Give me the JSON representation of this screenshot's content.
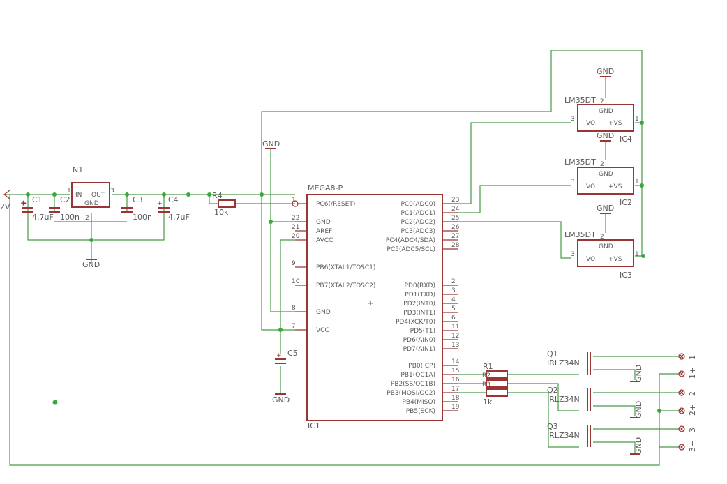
{
  "supply": "2V",
  "regulator": {
    "ref": "N1",
    "in": "IN",
    "out": "OUT",
    "gnd": "GND",
    "pin_in": "1",
    "pin_gnd": "2",
    "pin_out": "3"
  },
  "caps": {
    "c1": {
      "ref": "C1",
      "value": "4,7uF"
    },
    "c2": {
      "ref": "C2",
      "value": "100n"
    },
    "c3": {
      "ref": "C3",
      "value": "100n"
    },
    "c4": {
      "ref": "C4",
      "value": "4,7uF"
    },
    "c5": {
      "ref": "C5"
    }
  },
  "r4": {
    "ref": "R4",
    "value": "10k"
  },
  "r1": {
    "ref": "R1",
    "value": "1k",
    "r2": "R2",
    "r3": "R3"
  },
  "gnd": "GND",
  "mcu": {
    "name": "MEGA8-P",
    "ref": "IC1",
    "left_pins": [
      {
        "num": "1",
        "name": "PC6(/RESET)"
      },
      {
        "num": "22",
        "name": "GND"
      },
      {
        "num": "21",
        "name": "AREF"
      },
      {
        "num": "20",
        "name": "AVCC"
      },
      {
        "num": "9",
        "name": "PB6(XTAL1/TOSC1)"
      },
      {
        "num": "10",
        "name": "PB7(XTAL2/TOSC2)"
      },
      {
        "num": "8",
        "name": "GND"
      },
      {
        "num": "7",
        "name": "VCC"
      }
    ],
    "right_pins": [
      {
        "num": "23",
        "name": "PC0(ADC0)"
      },
      {
        "num": "24",
        "name": "PC1(ADC1)"
      },
      {
        "num": "25",
        "name": "PC2(ADC2)"
      },
      {
        "num": "26",
        "name": "PC3(ADC3)"
      },
      {
        "num": "27",
        "name": "PC4(ADC4/SDA)"
      },
      {
        "num": "28",
        "name": "PC5(ADC5/SCL)"
      },
      {
        "num": "2",
        "name": "PD0(RXD)"
      },
      {
        "num": "3",
        "name": "PD1(TXD)"
      },
      {
        "num": "4",
        "name": "PD2(INT0)"
      },
      {
        "num": "5",
        "name": "PD3(INT1)"
      },
      {
        "num": "6",
        "name": "PD4(XCK/T0)"
      },
      {
        "num": "11",
        "name": "PD5(T1)"
      },
      {
        "num": "12",
        "name": "PD6(AIN0)"
      },
      {
        "num": "13",
        "name": "PD7(AIN1)"
      },
      {
        "num": "14",
        "name": "PB0(ICP)"
      },
      {
        "num": "15",
        "name": "PB1(OC1A)"
      },
      {
        "num": "16",
        "name": "PB2(SS/OC1B)"
      },
      {
        "num": "17",
        "name": "PB3(MOSI/OC2)"
      },
      {
        "num": "18",
        "name": "PB4(MISO)"
      },
      {
        "num": "19",
        "name": "PB5(SCK)"
      }
    ]
  },
  "sensors": [
    {
      "part": "LM35DT",
      "ref": "IC4",
      "gnd": "GND",
      "vo": "VO",
      "vs": "+VS",
      "pin_gnd": "2",
      "pin_vo": "3",
      "pin_vs": "1"
    },
    {
      "part": "LM35DT",
      "ref": "IC2",
      "gnd": "GND",
      "vo": "VO",
      "vs": "+VS",
      "pin_gnd": "2",
      "pin_vo": "3",
      "pin_vs": "1"
    },
    {
      "part": "LM35DT",
      "ref": "IC3",
      "gnd": "GND",
      "vo": "VO",
      "vs": "+VS",
      "pin_gnd": "2",
      "pin_vo": "3",
      "pin_vs": "1"
    }
  ],
  "mosfets": [
    {
      "ref": "Q1",
      "part": "IRLZ34N"
    },
    {
      "ref": "Q2",
      "part": "IRLZ34N"
    },
    {
      "ref": "Q3",
      "part": "IRLZ34N"
    }
  ],
  "connectors": [
    "1",
    "1+",
    "2",
    "2+",
    "3",
    "3+"
  ]
}
